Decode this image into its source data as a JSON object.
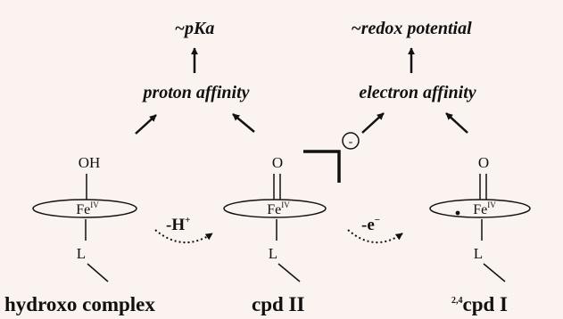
{
  "top": {
    "pka": "~pKa",
    "redox": "~redox potential",
    "proton_affinity": "proton affinity",
    "electron_affinity": "electron affinity"
  },
  "compounds": {
    "hydroxo": {
      "ligand_top": "OH",
      "metal": "Fe",
      "oxidation": "IV",
      "axial": "L",
      "name": "hydroxo complex"
    },
    "cpd2": {
      "ligand_top": "O",
      "metal": "Fe",
      "oxidation": "IV",
      "axial": "L",
      "name": "cpd II"
    },
    "cpd1": {
      "ligand_top": "O",
      "metal": "Fe",
      "oxidation": "IV",
      "axial": "L",
      "name_prefix": "2,4",
      "name": "cpd I"
    }
  },
  "steps": {
    "proton": {
      "symbol": "-H",
      "charge": "+"
    },
    "electron": {
      "symbol": "-e",
      "charge": "−"
    }
  },
  "anion_symbol": "-",
  "colors": {
    "background": "#fbf3ef",
    "ink": "#111111"
  }
}
